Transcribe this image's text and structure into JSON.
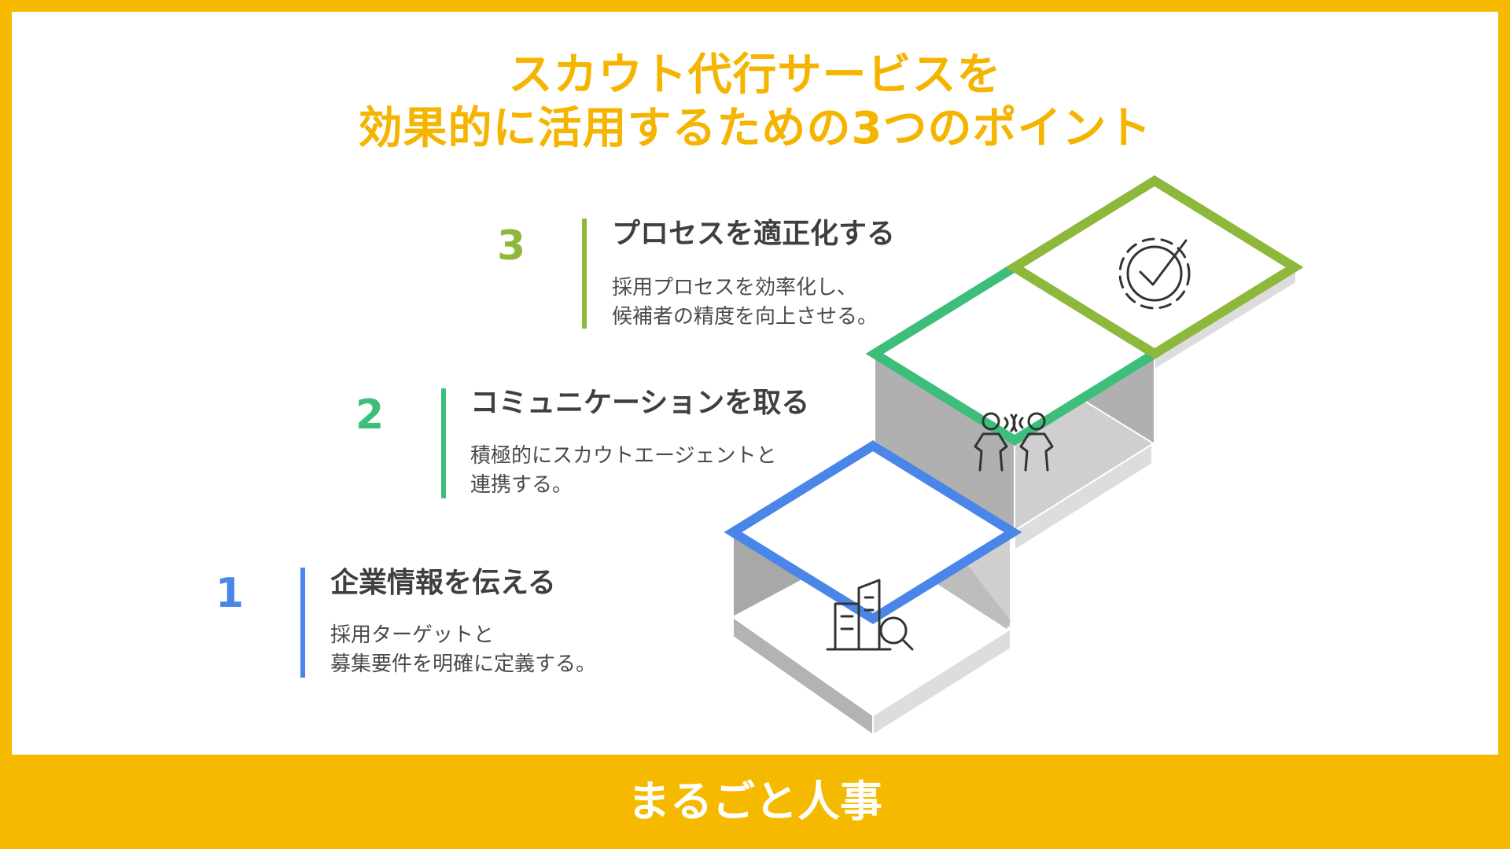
{
  "title": {
    "line1": "スカウト代行サービスを",
    "line2": "効果的に活用するための3つのポイント"
  },
  "steps": [
    {
      "number": "1",
      "heading": "企業情報を伝える",
      "desc_line1": "採用ターゲットと",
      "desc_line2": "募集要件を明確に定義する。",
      "color": "#4A86E8",
      "icon": "building-search-icon"
    },
    {
      "number": "2",
      "heading": "コミュニケーションを取る",
      "desc_line1": "積極的にスカウトエージェントと",
      "desc_line2": "連携する。",
      "color": "#3DBE7A",
      "icon": "two-people-talking-icon"
    },
    {
      "number": "3",
      "heading": "プロセスを適正化する",
      "desc_line1": "採用プロセスを効率化し、",
      "desc_line2": "候補者の精度を向上させる。",
      "color": "#8DB83B",
      "icon": "gear-check-icon"
    }
  ],
  "footer": {
    "brand": "まるごと人事"
  },
  "colors": {
    "background": "#F5BA00",
    "title": "#F5B400",
    "stair_top": "#D9D9D9",
    "stair_side": "#A6A6A6"
  }
}
